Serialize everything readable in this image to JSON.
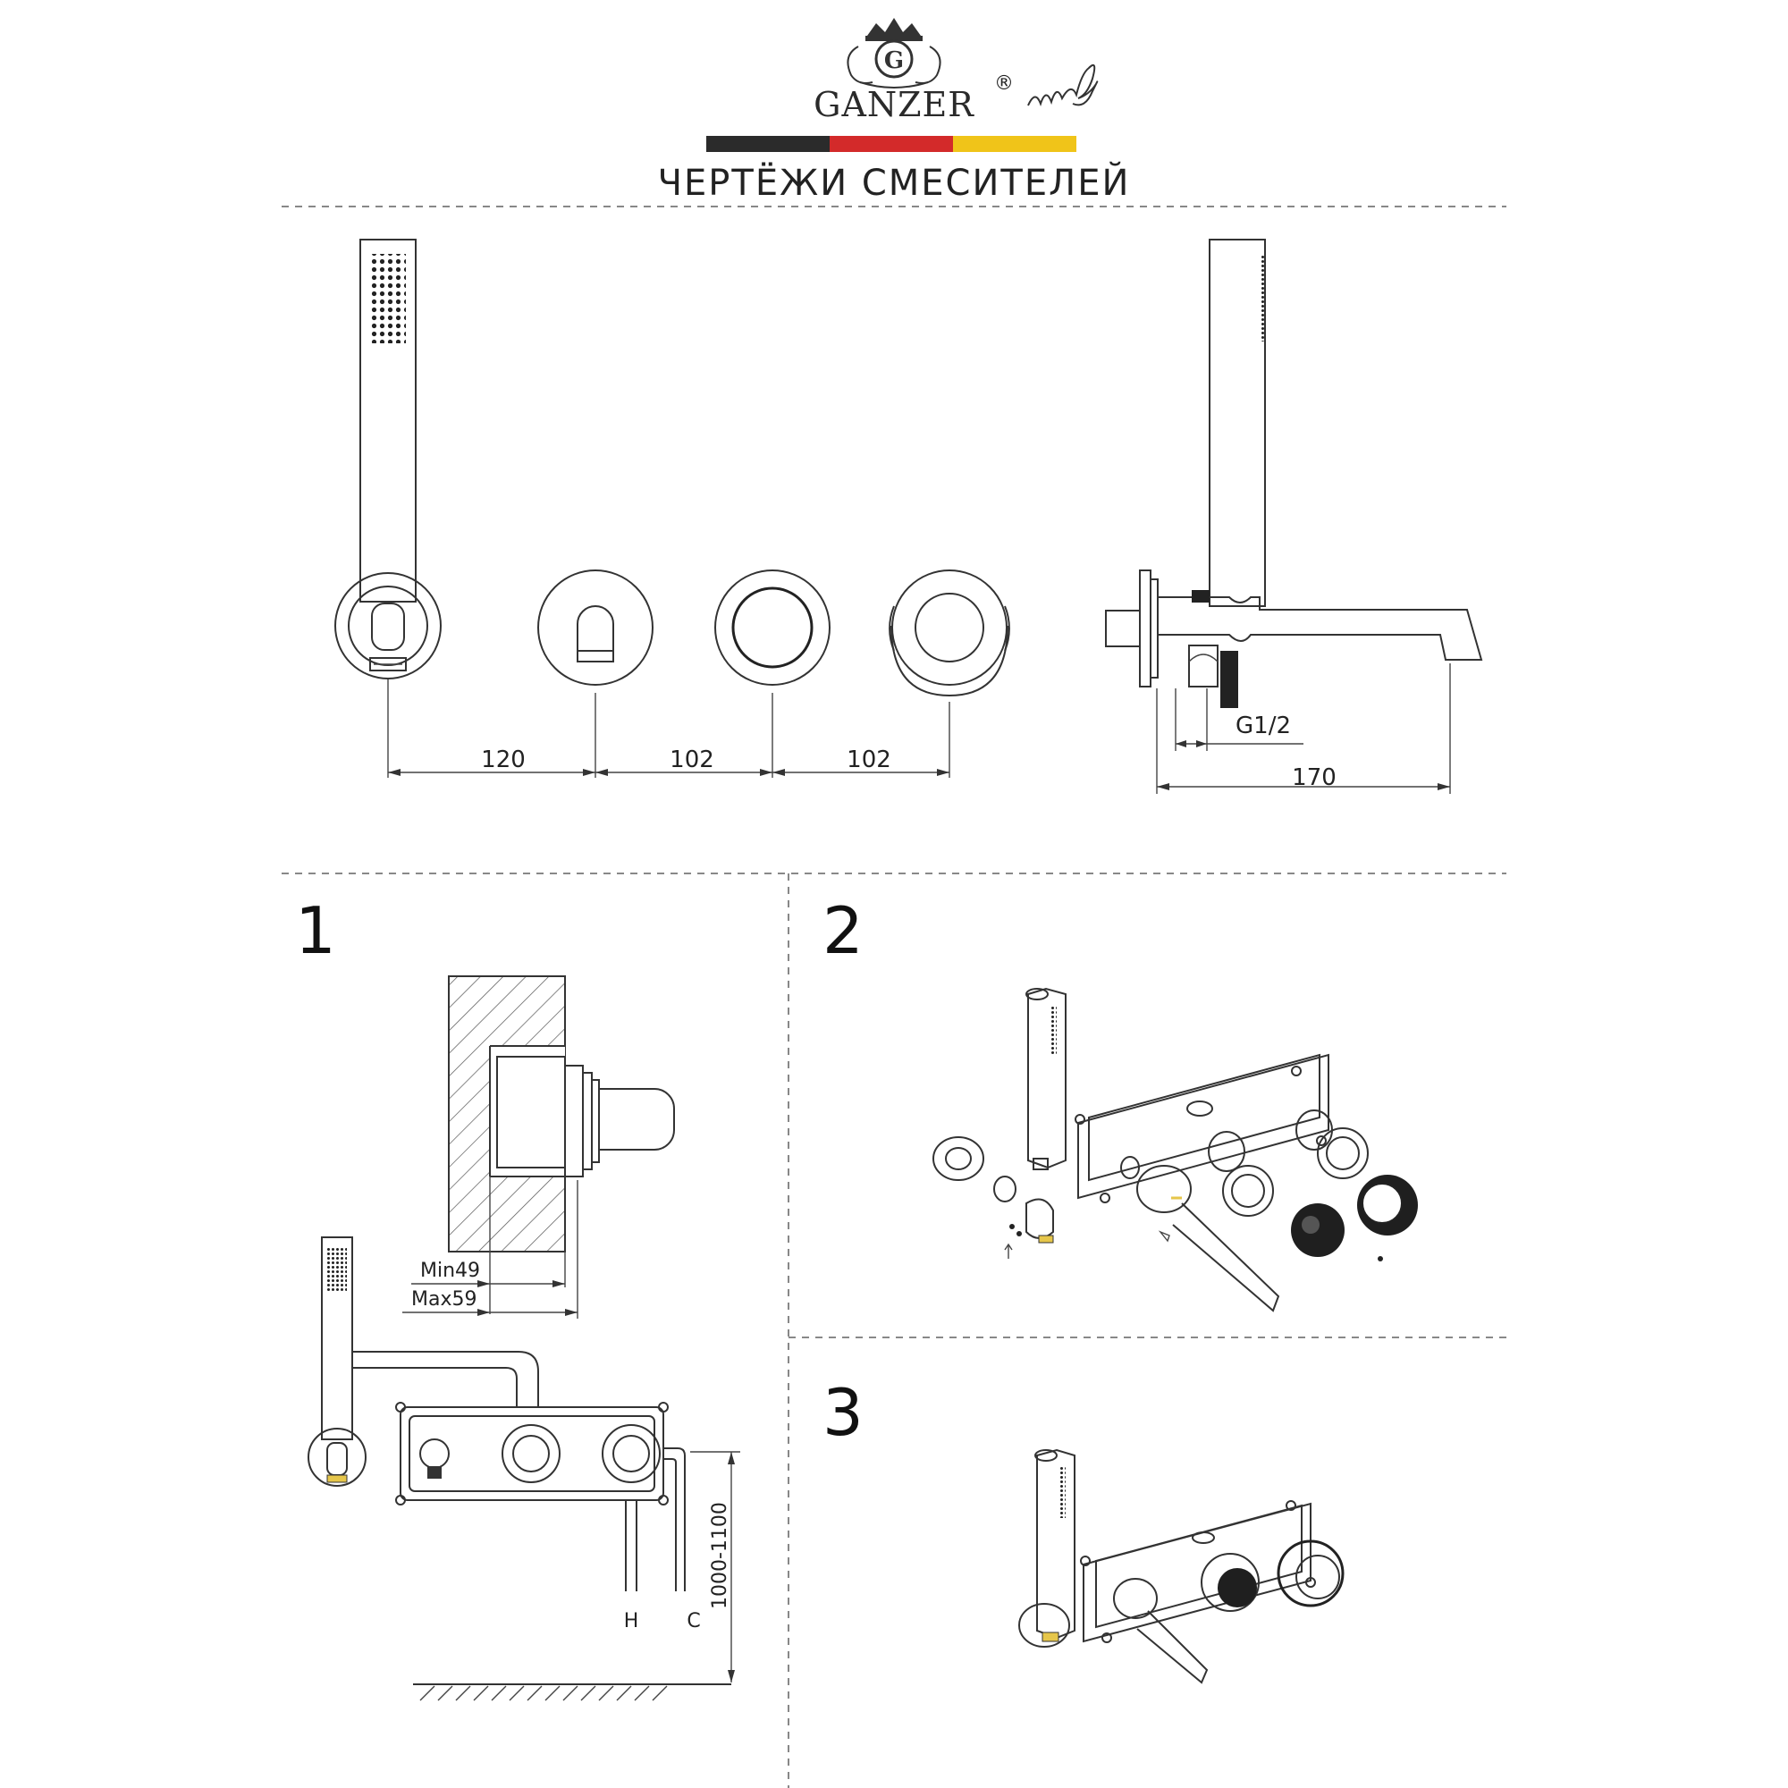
{
  "header": {
    "brand": "GANZER",
    "registered": "®",
    "subtitle": "ЧЕРТЁЖИ СМЕСИТЕЛЕЙ",
    "flag_colors": [
      "#2b2b2b",
      "#d32a2a",
      "#f0c419"
    ]
  },
  "dimensions": {
    "spacing_1": "120",
    "spacing_2": "102",
    "spacing_3": "102",
    "thread": "G1/2",
    "spout_length": "170"
  },
  "step1": {
    "number": "1",
    "min_depth": "Min49",
    "max_depth": "Max59",
    "hot_label": "H",
    "cold_label": "C",
    "height_range": "1000-1100"
  },
  "step2": {
    "number": "2"
  },
  "step3": {
    "number": "3"
  }
}
